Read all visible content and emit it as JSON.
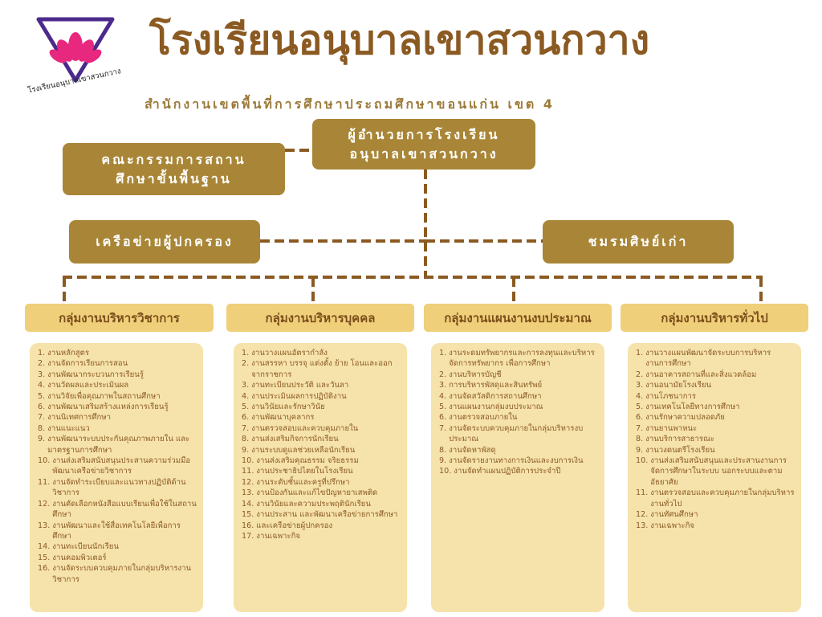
{
  "header": {
    "logo_caption": "โรงเรียนอนุบาลเขาสวนกวาง",
    "school_name": "โรงเรียนอนุบาลเขาสวนกวาง",
    "subtitle": "สำนักงานเขตพื้นที่การศึกษาประถมศึกษาขอนแก่น เขต 4"
  },
  "top": {
    "director": [
      "ผู้อำนวยการโรงเรียน",
      "อนุบาลเขาสวนกวาง"
    ],
    "committee": [
      "คณะกรรมการสถาน",
      "ศึกษาขั้นพื้นฐาน"
    ],
    "parents": "เครือข่ายผู้ปกครอง",
    "alumni": "ชมรมศิษย์เก่า"
  },
  "colors": {
    "title": "#8b5a22",
    "dark_box": "#a98637",
    "dept_box": "#f0cf7a",
    "task_box": "#f6e2ab",
    "line": "#8b5a22",
    "logo_pink": "#e8287e",
    "logo_purple": "#4b2a8c"
  },
  "departments": [
    {
      "title": "กลุ่มงานบริหารวิชาการ",
      "tasks": [
        {
          "n": "1.",
          "t": "งานหลักสูตร"
        },
        {
          "n": "2.",
          "t": "งานจัดการเรียนการสอน"
        },
        {
          "n": "3.",
          "t": "งานพัฒนากระบวนการเรียนรู้"
        },
        {
          "n": "4.",
          "t": "งานวัดผลและประเมินผล"
        },
        {
          "n": "5.",
          "t": "งานวิจัยเพื่อคุณภาพในสถานศึกษา"
        },
        {
          "n": "6.",
          "t": "งานพัฒนาเสริมสร้างแหล่งการเรียนรู้"
        },
        {
          "n": "7.",
          "t": "งานนิเทศการศึกษา"
        },
        {
          "n": "8.",
          "t": "งานแนะแนว"
        },
        {
          "n": "9.",
          "t": "งานพัฒนาระบบประกันคุณภาพภายใน และมาตรฐานการศึกษา"
        },
        {
          "n": "10.",
          "t": "งานส่งเสริมสนับสนุนประสานความร่วมมือพัฒนาเครือข่ายวิชาการ"
        },
        {
          "n": "11.",
          "t": "งานจัดทำระเบียบและแนวทางปฏิบัติด้านวิชาการ"
        },
        {
          "n": "12.",
          "t": "งานคัดเลือกหนังสือแบบเรียนเพื่อใช้ในสถานศึกษา"
        },
        {
          "n": "13.",
          "t": "งานพัฒนาและใช้สื่อเทคโนโลยีเพื่อการศึกษา"
        },
        {
          "n": "14.",
          "t": "งานทะเบียนนักเรียน"
        },
        {
          "n": "15.",
          "t": "งานคอมพิวเตอร์"
        },
        {
          "n": "16.",
          "t": "งานจัดระบบควบคุมภายในกลุ่มบริหารงานวิชาการ"
        }
      ]
    },
    {
      "title": "กลุ่มงานบริหารบุคคล",
      "tasks": [
        {
          "n": "1.",
          "t": "งานวางแผนอัตรากำลัง"
        },
        {
          "n": "2.",
          "t": "งานสรรหา บรรจุ แต่งตั้ง ย้าย โอนและออกจากราชการ"
        },
        {
          "n": "3.",
          "t": "งานทะเบียนประวัติ และวันลา"
        },
        {
          "n": "4.",
          "t": "งานประเมินผลการปฏิบัติงาน"
        },
        {
          "n": "5.",
          "t": "งานวินัยและรักษาวินัย"
        },
        {
          "n": "6.",
          "t": "งานพัฒนาบุคลากร"
        },
        {
          "n": "7.",
          "t": "งานตรวจสอบและควบคุมภายใน"
        },
        {
          "n": "8.",
          "t": "งานส่งเสริมกิจการนักเรียน"
        },
        {
          "n": "9.",
          "t": "งานระบบดูแลช่วยเหลือนักเรียน"
        },
        {
          "n": "10.",
          "t": "งานส่งเสริมคุณธรรม จริยธรรม"
        },
        {
          "n": "11.",
          "t": "งานประชาธิปไตยในโรงเรียน"
        },
        {
          "n": "12.",
          "t": "งานระดับชั้นและครูที่ปรึกษา"
        },
        {
          "n": "13.",
          "t": "งานป้องกันและแก้ไขปัญหายาเสพติด"
        },
        {
          "n": "14.",
          "t": "งานวินัยและความประพฤตินักเรียน"
        },
        {
          "n": "15.",
          "t": "งานประสาน และพัฒนาเครือข่ายการศึกษา"
        },
        {
          "n": "16.",
          "t": "และเครือข่ายผู้ปกครอง"
        },
        {
          "n": "17.",
          "t": "งานเฉพาะกิจ"
        }
      ]
    },
    {
      "title": "กลุ่มงานแผนงานงบประมาณ",
      "tasks": [
        {
          "n": "1.",
          "t": "งานระดมทรัพยากรและการลงทุนและบริหาร จัดการทรัพยากร เพื่อการศึกษา"
        },
        {
          "n": "2.",
          "t": "งานบริหารบัญชี"
        },
        {
          "n": "3.",
          "t": "การบริหารพัสดุและสินทรัพย์"
        },
        {
          "n": "4.",
          "t": "งานจัดสวัสดิการสถานศึกษา"
        },
        {
          "n": "5.",
          "t": "งานแผนงานกลุ่มงบประมาณ"
        },
        {
          "n": "6.",
          "t": "งานตรวจสอบภายใน"
        },
        {
          "n": "7.",
          "t": "งานจัดระบบควบคุมภายในกลุ่มบริหารงบประมาณ"
        },
        {
          "n": "8.",
          "t": "งานจัดหาพัสดุ"
        },
        {
          "n": "9.",
          "t": "งานจัดรายงานทางการเงินและงบการเงิน"
        },
        {
          "n": "10.",
          "t": "งานจัดทำแผนปฏิบัติการประจำปี"
        }
      ]
    },
    {
      "title": "กลุ่มงานบริหารทั่วไป",
      "tasks": [
        {
          "n": "1.",
          "t": "งานวางแผนพัฒนาจัดระบบการบริหารงานการศึกษา"
        },
        {
          "n": "2.",
          "t": "งานอาคารสถานที่และสิ่งแวดล้อม"
        },
        {
          "n": "3.",
          "t": "งานอนามัยโรงเรียน"
        },
        {
          "n": "4.",
          "t": "งานโภชนาการ"
        },
        {
          "n": "5.",
          "t": "งานเทคโนโลยีทางการศึกษา"
        },
        {
          "n": "6.",
          "t": "งานรักษาความปลอดภัย"
        },
        {
          "n": "7.",
          "t": "งานยานพาหนะ"
        },
        {
          "n": "8.",
          "t": "งานบริการสาธารณะ"
        },
        {
          "n": "9.",
          "t": "งานวงดนตรีโรงเรียน"
        },
        {
          "n": "10.",
          "t": "งานส่งเสริมสนับสนุนและประสานงานการจัดการศึกษาในระบบ นอกระบบและตามอัธยาศัย"
        },
        {
          "n": "11.",
          "t": "งานตรวจสอบและควบคุมภายในกลุ่มบริหารงานทั่วไป"
        },
        {
          "n": "12.",
          "t": "งานทัศนศึกษา"
        },
        {
          "n": "13.",
          "t": "งานเฉพาะกิจ"
        }
      ]
    }
  ]
}
